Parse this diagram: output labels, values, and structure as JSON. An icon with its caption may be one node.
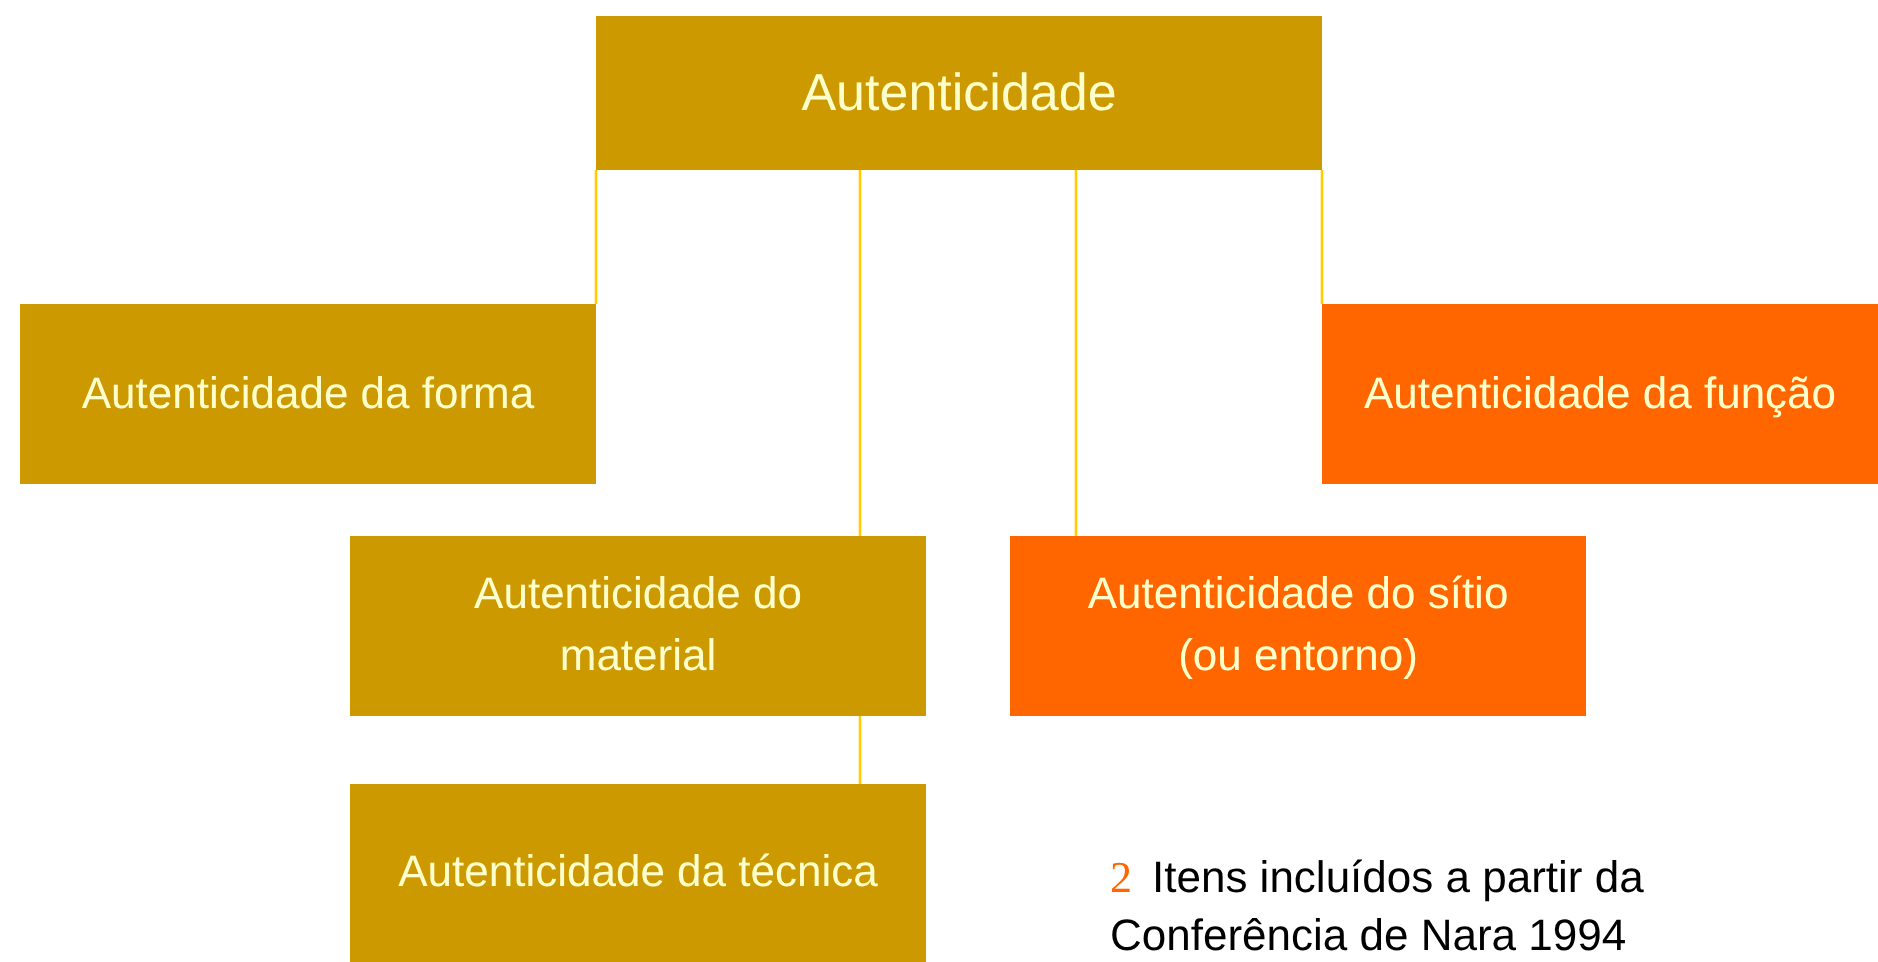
{
  "diagram": {
    "nodes": [
      {
        "text": [
          "Autenticidade"
        ]
      },
      {
        "text": [
          "Autenticidade da forma"
        ]
      },
      {
        "text": [
          "Autenticidade da função"
        ]
      },
      {
        "text": [
          "Autenticidade do material"
        ]
      },
      {
        "text": [
          "Autenticidade do sítio (ou entorno)"
        ]
      },
      {
        "text": [
          "Autenticidade da técnica"
        ]
      }
    ],
    "edges": [
      {
        "from": 0,
        "to": 1,
        "arrow": "none"
      },
      {
        "from": 0,
        "to": 3,
        "arrow": "none"
      },
      {
        "from": 0,
        "to": 4,
        "arrow": "none"
      },
      {
        "from": 0,
        "to": 2,
        "arrow": "none"
      },
      {
        "from": 3,
        "to": 5,
        "arrow": "none"
      }
    ],
    "labels": [
      "2"
    ],
    "legend": [
      {
        "text": "Itens incluídos a partir da Conferência de Nara 1994",
        "color": "#ff6600"
      }
    ]
  }
}
